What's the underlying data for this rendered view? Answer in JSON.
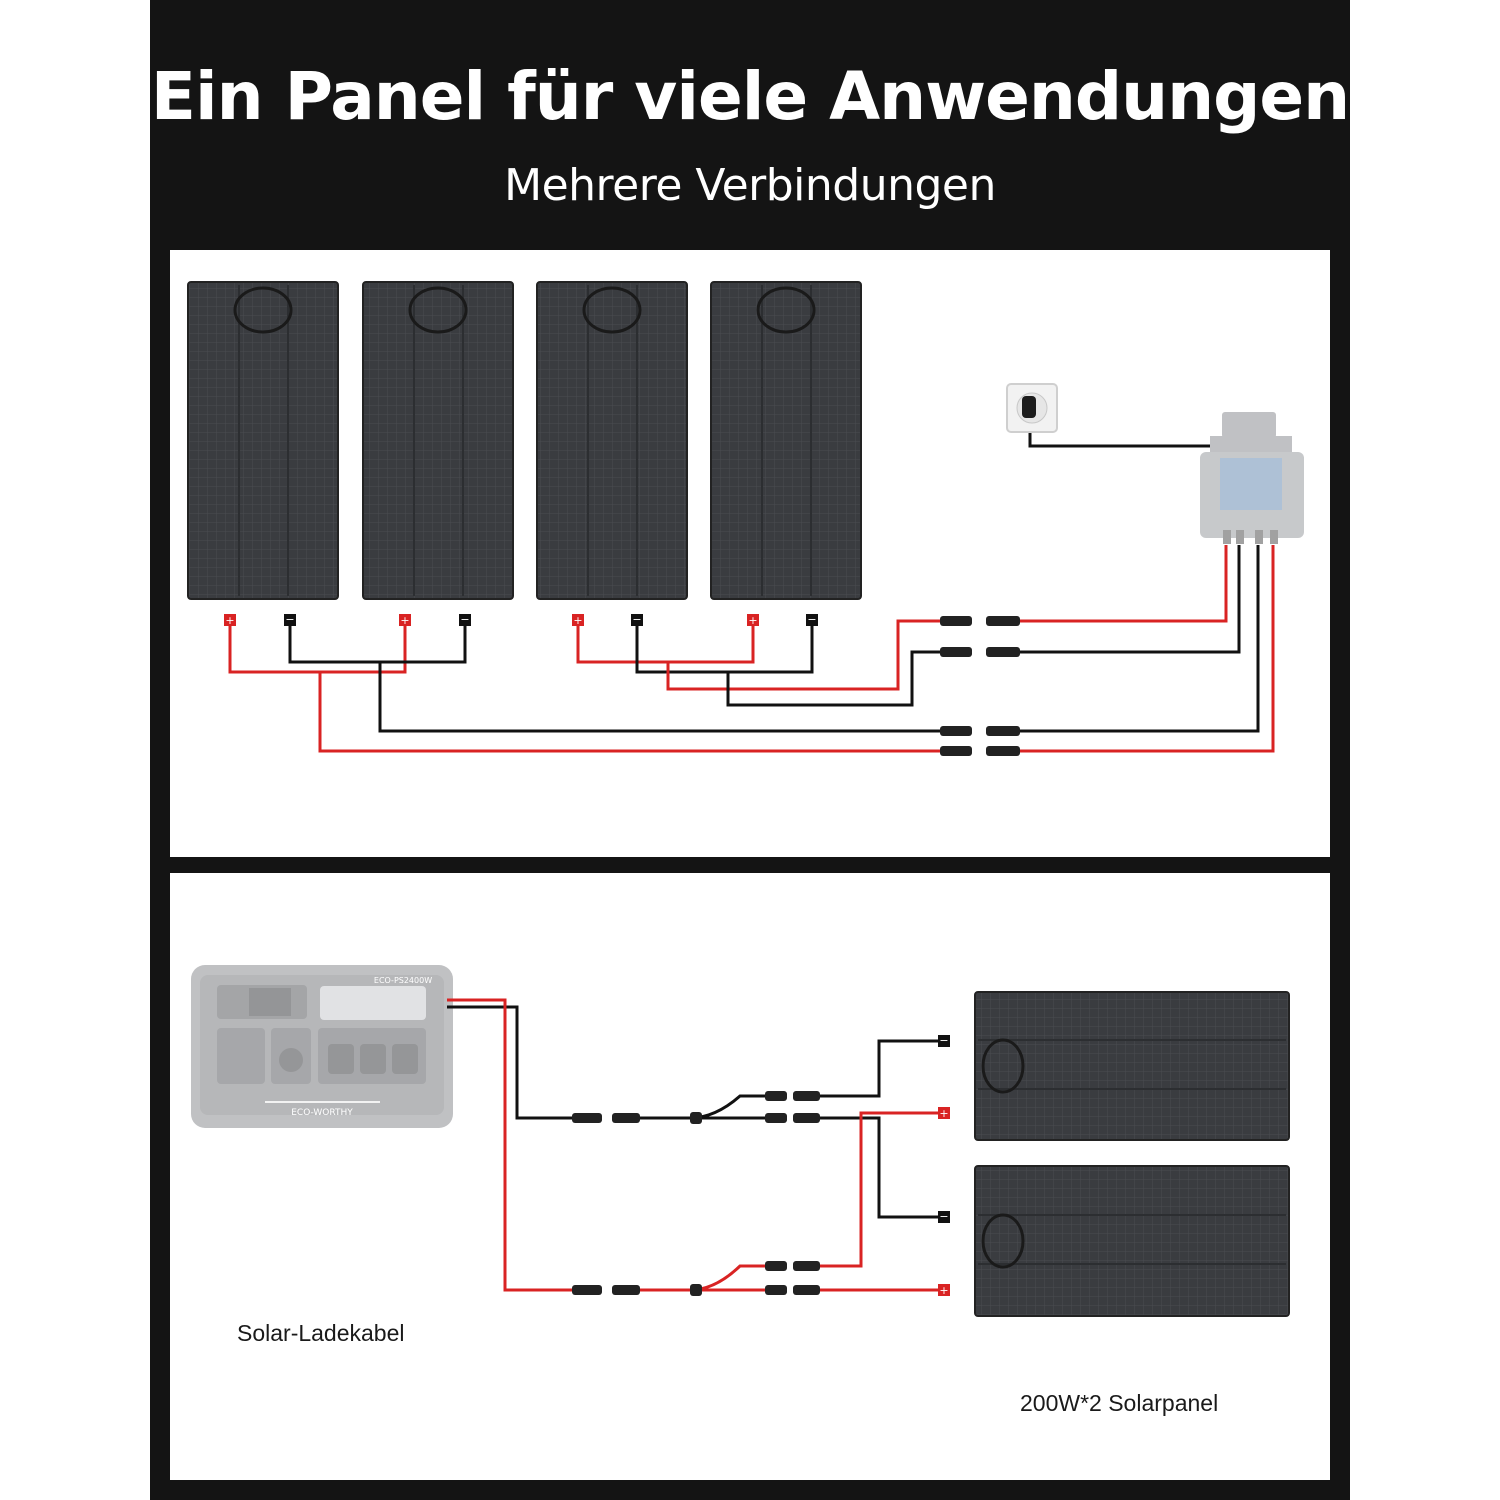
{
  "header": {
    "title": "Ein Panel für viele Anwendungen",
    "subtitle": "Mehrere Verbindungen"
  },
  "top_diagram": {
    "panel_count": 4,
    "terminals": [
      "+",
      "−",
      "+",
      "−",
      "+",
      "−",
      "+",
      "−"
    ]
  },
  "bottom_diagram": {
    "station_brand": "ECO-WORTHY",
    "station_model": "ECO-PS2400W",
    "cable_label": "Solar-Ladekabel",
    "panels_label": "200W*2 Solarpanel",
    "terminals": [
      "−",
      "+",
      "−",
      "+"
    ]
  },
  "colors": {
    "background": "#141414",
    "positive_wire": "#d92323",
    "negative_wire": "#111111",
    "panel": "#3a3c40"
  }
}
